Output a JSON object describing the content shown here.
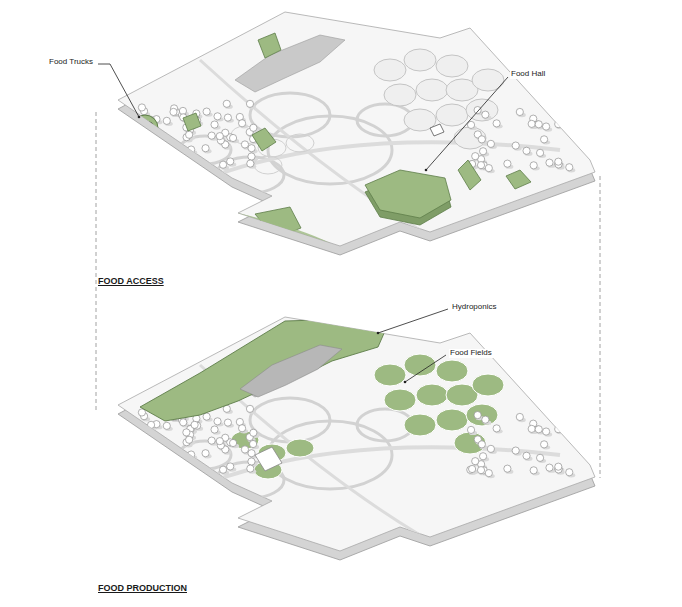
{
  "diagram": {
    "labels": [
      "Food Trucks",
      "Food Hall",
      "FOOD ACCESS",
      "Hydroponics",
      "Food Fields",
      "FOOD PRODUCTION"
    ]
  }
}
